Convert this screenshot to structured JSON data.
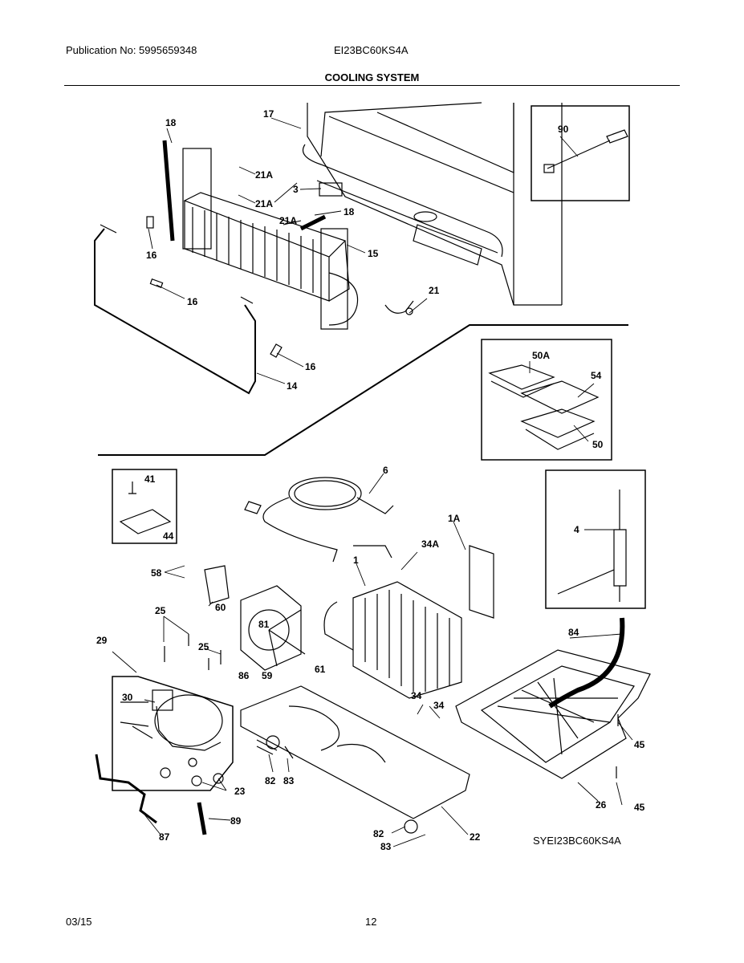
{
  "header": {
    "publication": "Publication No: 5995659348",
    "model": "EI23BC60KS4A",
    "section_title": "COOLING SYSTEM"
  },
  "footer": {
    "date": "03/15",
    "page": "12"
  },
  "diagram_code": "SYEI23BC60KS4A",
  "part_labels": {
    "p17": "17",
    "p18a": "18",
    "p18b": "18",
    "p90": "90",
    "p21a1": "21A",
    "p21a2": "21A",
    "p21a3": "21A",
    "p3": "3",
    "p16a": "16",
    "p16b": "16",
    "p16c": "16",
    "p15": "15",
    "p21": "21",
    "p14": "14",
    "p50a": "50A",
    "p54": "54",
    "p50": "50",
    "p6": "6",
    "p41": "41",
    "p44": "44",
    "p1a": "1A",
    "p34a": "34A",
    "p1": "1",
    "p4": "4",
    "p58": "58",
    "p60": "60",
    "p25a": "25",
    "p81": "81",
    "p29": "29",
    "p25b": "25",
    "p86": "86",
    "p59": "59",
    "p61": "61",
    "p84": "84",
    "p30": "30",
    "p34b": "34",
    "p34c": "34",
    "p45a": "45",
    "p45b": "45",
    "p23": "23",
    "p82a": "82",
    "p83a": "83",
    "p26": "26",
    "p87": "87",
    "p89": "89",
    "p82b": "82",
    "p83b": "83",
    "p22": "22"
  }
}
